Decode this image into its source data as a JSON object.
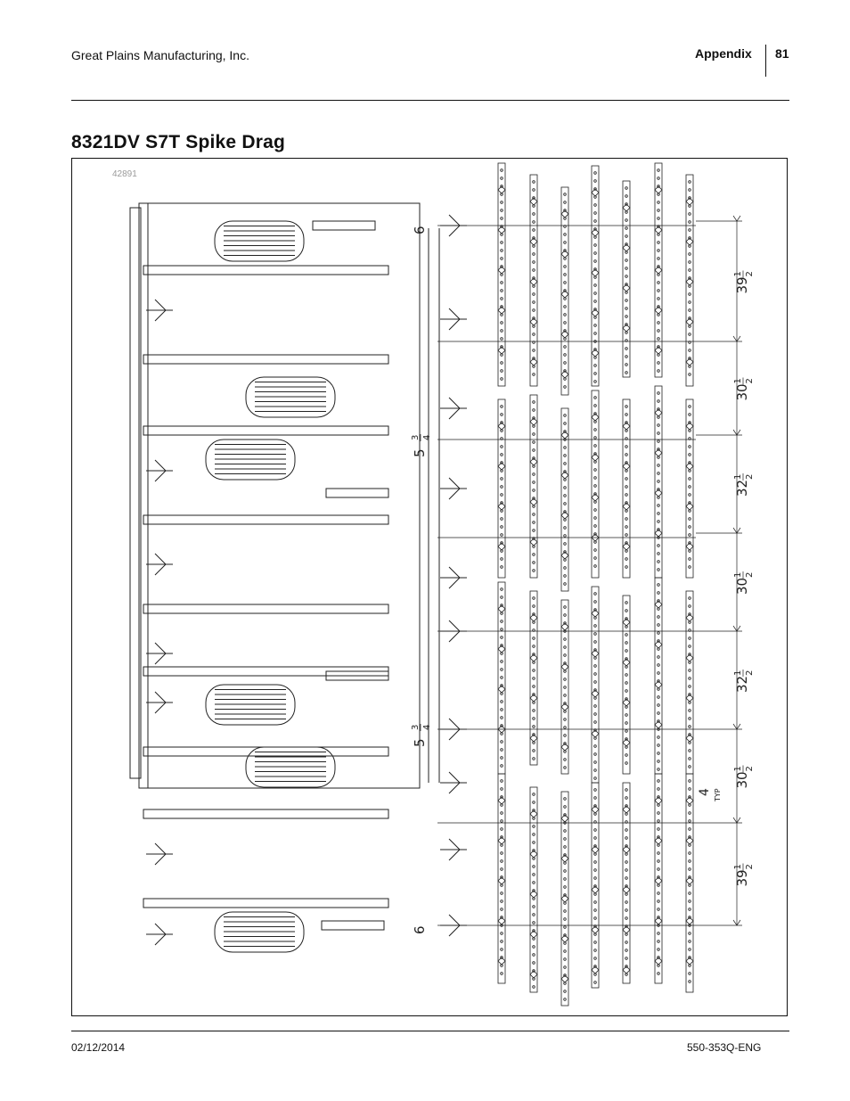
{
  "header": {
    "company": "Great Plains Manufacturing, Inc.",
    "section": "Appendix",
    "page_number": "81"
  },
  "title": "8321DV S7T Spike Drag",
  "figure": {
    "id": "42891",
    "left_markers": [
      "6",
      "5",
      "3",
      "4",
      "5",
      "3",
      "4",
      "6"
    ],
    "left_marker_blocks": [
      {
        "whole": "6"
      },
      {
        "whole": "5",
        "num": "3",
        "den": "4"
      },
      {
        "whole": "5",
        "num": "3",
        "den": "4"
      },
      {
        "whole": "6"
      }
    ],
    "dimensions": [
      {
        "whole": "39",
        "num": "1",
        "den": "2"
      },
      {
        "whole": "30",
        "num": "1",
        "den": "2"
      },
      {
        "whole": "32",
        "num": "1",
        "den": "2"
      },
      {
        "whole": "30",
        "num": "1",
        "den": "2"
      },
      {
        "whole": "32",
        "num": "1",
        "den": "2"
      },
      {
        "whole": "30",
        "num": "1",
        "den": "2"
      },
      {
        "whole": "39",
        "num": "1",
        "den": "2"
      }
    ],
    "typ_value": "4",
    "typ_label": "TYP"
  },
  "footer": {
    "date": "02/12/2014",
    "doc_number": "550-353Q-ENG"
  }
}
